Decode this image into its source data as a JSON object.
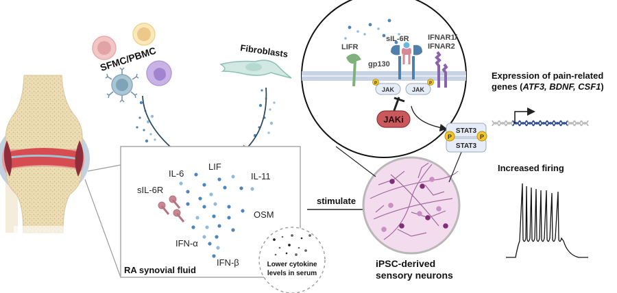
{
  "cells": {
    "source_label": "SFMC/PBMC",
    "fibroblast_label": "Fibroblasts"
  },
  "synovial_box": {
    "title": "RA synovial fluid",
    "cytokines": [
      "IL-6",
      "LIF",
      "IL-11",
      "sIL-6R",
      "OSM",
      "IFN-α",
      "IFN-β"
    ],
    "serum_note_line1": "Lower cytokine",
    "serum_note_line2": "levels in serum"
  },
  "arrow_label": "stimulate",
  "neurons": {
    "line1": "iPSC-derived",
    "line2": "sensory neurons"
  },
  "signaling": {
    "lifr": "LIFR",
    "sil6r": "sIL-6R",
    "gp130": "gp130",
    "ifnar_line1": "IFNAR1/",
    "ifnar_line2": "IFNAR2",
    "jak_left": "JAK",
    "jak_right": "JAK",
    "phospho": "P",
    "inhibitor": "JAKi",
    "stat_top": "STAT3",
    "stat_bottom": "STAT3"
  },
  "expression": {
    "line1": "Expression of pain-related",
    "line2_prefix": "genes (",
    "genes": "ATF3, BDNF, CSF1",
    "line2_suffix": ")"
  },
  "firing": {
    "title": "Increased firing"
  },
  "colors": {
    "membrane": "#c7d3e3",
    "cytokine_dot": "#4f86b8",
    "jaki_fill": "#c9595c",
    "phospho_fill": "#f2c62c",
    "neuron_dish": "#f4dcef",
    "fibroblast": "#d2e9e3"
  }
}
